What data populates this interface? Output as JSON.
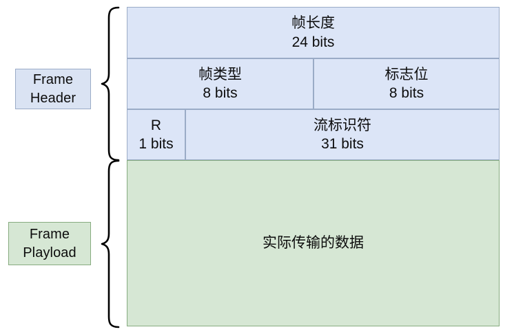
{
  "diagram": {
    "title": "Frame structure diagram",
    "colors": {
      "header_fill": "#dce5f7",
      "header_stroke": "#9aabc6",
      "payload_fill": "#d6e7d4",
      "payload_stroke": "#86ab7f",
      "brace_stroke": "#000000",
      "text": "#0c0c0c",
      "background": "#ffffff"
    },
    "side_labels": [
      {
        "line1": "Frame",
        "line2": "Header",
        "name": "frame-header-label"
      },
      {
        "line1": "Frame",
        "line2": "Playload",
        "name": "frame-playload-label"
      }
    ],
    "braces": [
      {
        "name": "frame-header-brace",
        "spans": "Frame Header"
      },
      {
        "name": "frame-playload-brace",
        "spans": "Frame Playload"
      }
    ],
    "frame_rows": [
      {
        "row": 1,
        "fields": [
          {
            "label": "帧长度",
            "size": "24 bits",
            "name": "field-frame-length"
          }
        ]
      },
      {
        "row": 2,
        "fields": [
          {
            "label": "帧类型",
            "size": "8 bits",
            "name": "field-frame-type"
          },
          {
            "label": "标志位",
            "size": "8 bits",
            "name": "field-flags"
          }
        ]
      },
      {
        "row": 3,
        "fields": [
          {
            "label": "R",
            "size": "1 bits",
            "name": "field-r"
          },
          {
            "label": "流标识符",
            "size": "31 bits",
            "name": "field-stream-identifier"
          }
        ]
      },
      {
        "row": 4,
        "fields": [
          {
            "label": "实际传输的数据",
            "size": "",
            "name": "field-payload-data"
          }
        ]
      }
    ]
  }
}
